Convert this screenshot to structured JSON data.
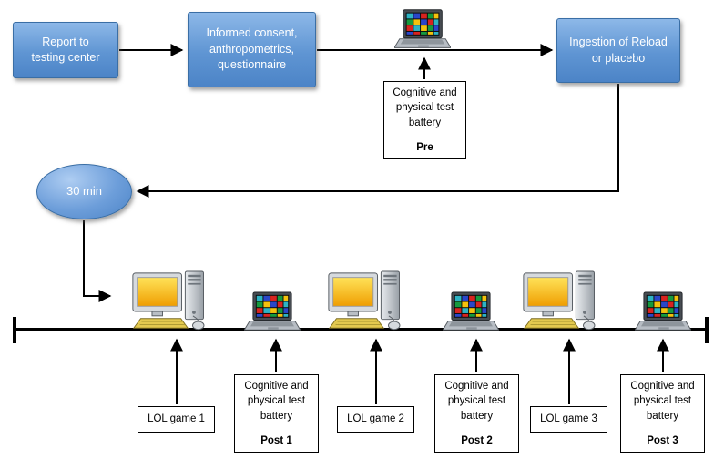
{
  "diagram": {
    "nodes": {
      "report": {
        "label": "Report to\ntesting center"
      },
      "consent": {
        "label": "Informed consent,\nanthropometrics,\nquestionnaire"
      },
      "ingestion": {
        "label": "Ingestion of Reload\nor placebo"
      },
      "wait": {
        "label": "30 min"
      }
    },
    "pre_test": {
      "body": "Cognitive and\nphysical test\nbattery",
      "phase": "Pre",
      "icon": "laptop-icon"
    },
    "timeline": {
      "items": [
        {
          "kind": "lol-game",
          "label": "LOL game 1",
          "icon": "desktop-computer-icon"
        },
        {
          "kind": "test-battery",
          "body": "Cognitive and\nphysical test\nbattery",
          "phase": "Post 1",
          "icon": "laptop-icon"
        },
        {
          "kind": "lol-game",
          "label": "LOL game 2",
          "icon": "desktop-computer-icon"
        },
        {
          "kind": "test-battery",
          "body": "Cognitive and\nphysical test\nbattery",
          "phase": "Post 2",
          "icon": "laptop-icon"
        },
        {
          "kind": "lol-game",
          "label": "LOL game 3",
          "icon": "desktop-computer-icon"
        },
        {
          "kind": "test-battery",
          "body": "Cognitive and\nphysical test\nbattery",
          "phase": "Post 3",
          "icon": "laptop-icon"
        }
      ]
    },
    "colors": {
      "node_fill_top": "#8db8e8",
      "node_fill_bottom": "#4c84c7",
      "node_border": "#3a6ea5",
      "node_text": "#ffffff",
      "connector": "#000000",
      "box_border": "#000000",
      "box_bg": "#ffffff",
      "screen_yellow": "#f4b400"
    }
  }
}
